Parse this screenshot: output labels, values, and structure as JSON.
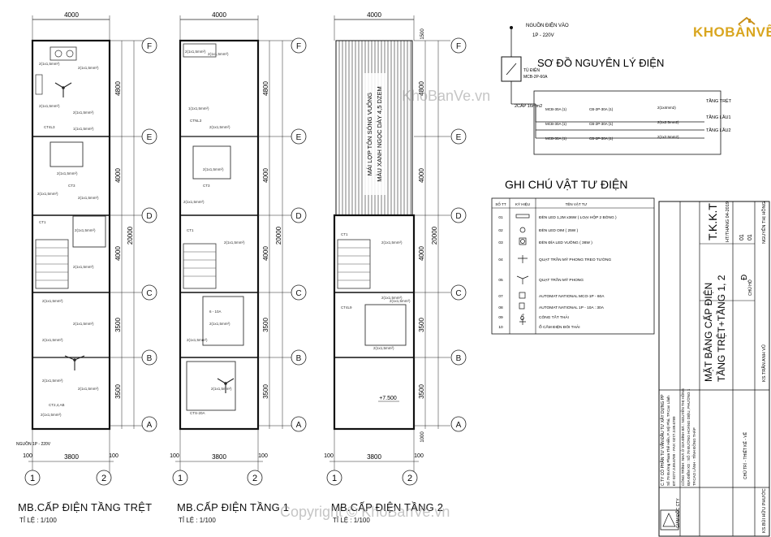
{
  "logo": {
    "text": "KHOBÀNVẼ"
  },
  "watermarks": {
    "center": "KhoBanVe.vn",
    "bottom": "Copyright © KhoBanVe.vn"
  },
  "plans": [
    {
      "title": "MB.CẤP ĐIỆN TẦNG TRỆT",
      "scale": "TỈ LỆ : 1/100",
      "top_dim": "4000",
      "bottom_dim": "3800",
      "total_dim": "20000",
      "segment_dims": [
        "4800",
        "4000",
        "4000",
        "3500",
        "3500"
      ],
      "col_labels": [
        "1",
        "2"
      ],
      "edge_dims": [
        "100",
        "100"
      ],
      "note": "NGUỒN 1P - 220V"
    },
    {
      "title": "MB.CẤP ĐIỆN TẦNG 1",
      "scale": "TỈ LỆ : 1/100",
      "top_dim": "4000",
      "bottom_dim": "3800",
      "total_dim": "20000",
      "segment_dims": [
        "4800",
        "4000",
        "4000",
        "3500",
        "3500"
      ],
      "col_labels": [
        "1",
        "2"
      ],
      "edge_dims": [
        "100",
        "100"
      ]
    },
    {
      "title": "MB.CẤP ĐIỆN TẦNG 2",
      "scale": "TỈ LỆ : 1/100",
      "top_dim": "4000",
      "bottom_dim": "3800",
      "total_dim": "20000",
      "segment_dims": [
        "4800",
        "4000",
        "4000",
        "3500",
        "3500"
      ],
      "col_labels": [
        "1",
        "2"
      ],
      "edge_dims": [
        "100",
        "100"
      ],
      "roof_labels": [
        "MÁI LỢP TÔN SÓNG VUÔNG",
        "MÀU XANH NGỌC DÀY 4,5 DZEM"
      ],
      "level": "+7.500",
      "side_dims": [
        "1500",
        "1000"
      ]
    }
  ],
  "row_labels": [
    "F",
    "E",
    "D",
    "C",
    "B",
    "A"
  ],
  "schematic": {
    "title": "SƠ ĐỒ NGUYÊN LÝ ĐIỆN",
    "source": "NGUỒN ĐIỆN VÀO",
    "source_spec": "1P - 220V",
    "panel": "TỦ ĐIỆN",
    "panel_spec": "MCB-2P-60A",
    "cable": "2CÁP 16mm2",
    "rows": [
      {
        "breaker": "MCB-30A (1)",
        "cb": "CB-2P-30A (1)",
        "wire": "2(1x4mm2)",
        "dest": "TẦNG TRỆT"
      },
      {
        "breaker": "MCB-30A (1)",
        "cb": "CB-2P-30A (1)",
        "wire": "2(1x2.5mm2)",
        "dest": "TẦNG LẦU1"
      },
      {
        "breaker": "MCB-30A (1)",
        "cb": "CB-2P-30A (1)",
        "wire": "2(1x2.5mm2)",
        "dest": "TẦNG LẦU2"
      }
    ]
  },
  "legend": {
    "title": "GHI CHÚ VẬT TƯ ĐIỆN",
    "headers": [
      "SỐ TT",
      "KÝ HIỆU",
      "TÊN VẬT TƯ"
    ],
    "items": [
      {
        "no": "01",
        "name": "ĐÈN LED 1,2M x36W ( LOẠI HỘP 2 BÓNG )"
      },
      {
        "no": "02",
        "name": "ĐÈN LED OIM ( 25W )"
      },
      {
        "no": "03",
        "name": "ĐÈN ĐĨA LED VUÔNG ( 36W )"
      },
      {
        "no": "04",
        "name": "QUẠT TRẦN MỸ PHONG TREO TƯỜNG"
      },
      {
        "no": "05",
        "name": "QUẠT TRẦN MỸ PHONG"
      },
      {
        "no": "07",
        "name": "AUTOMAT NATIONAL MCO-1P - 60A"
      },
      {
        "no": "08",
        "name": "AUTOMAT NATIONAL 1P - 10A : 30A"
      },
      {
        "no": "09",
        "name": "CÔNG TẮT THẢI"
      },
      {
        "no": "10",
        "name": "Ổ CẮM ĐIỆN ĐÔI THẢI"
      }
    ]
  },
  "title_block": {
    "company": "C.TY CỔ PHẦN TƯ VẤN ĐẦU TƯ XÂY DỰNG PP",
    "address": "Số 79 Đường Phạm Thế Hiển, P. Mỹ Phú, TP.Cao Lãnh",
    "phone": "ĐT: 0277.3.89.6789 - FAX: 0277.3.89.6789",
    "project": "CÔNG TRÌNH: NHÀ Ở GIA ĐÌNH BÀ : NGUYỄN THỊ HỒNG",
    "location": "ĐỊA ĐIỂM XD : SỐ 79 ĐƯỜNG HOÀNG DIỆU, PHƯỜNG 1",
    "city": "TP.CAO LÃNH - TỈNH ĐỒNG THÁP",
    "drawing_title_1": "MẶT BẰNG CẤP ĐIỆN",
    "drawing_title_2": "TẦNG TRỆT+TẦNG 1, 2",
    "stage": "T.K.K.T",
    "date": "HT/THÁNG 04-2019",
    "sheet": "01",
    "sheet_total": "01",
    "rev": "Đ",
    "owner_label": "CHỦ HỘ",
    "owner": "NGUYỄN THỊ HỒNG",
    "roles": [
      "CHỦ TRÌ - THIẾT KẾ - VẼ",
      "GIÁM ĐỐC CTY"
    ],
    "names": [
      "KS.TRẦN ANH VŨ",
      "KS.BÙI HỮU PHƯỚC"
    ]
  }
}
